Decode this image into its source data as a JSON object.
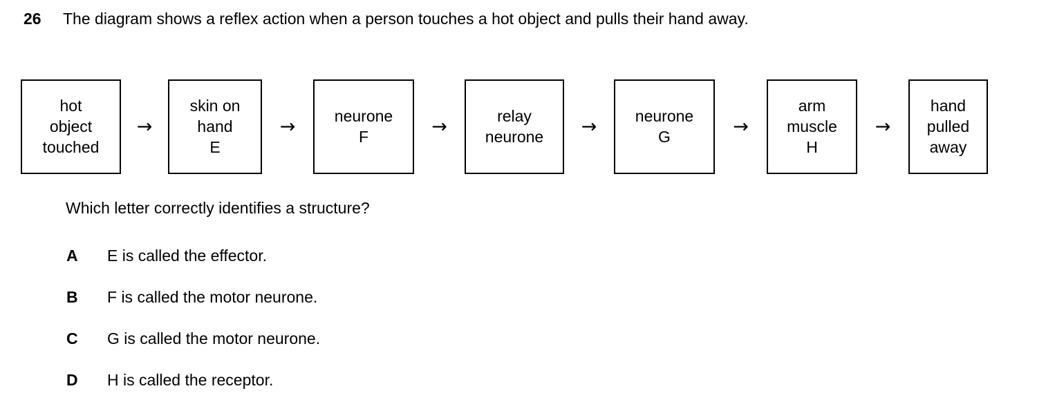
{
  "question": {
    "number": "26",
    "stem": "The diagram shows a reflex action when a person touches a hot object and pulls their hand away.",
    "lead_in": "Which letter correctly identifies a structure?"
  },
  "diagram": {
    "arrow_glyph": "→",
    "boxes": [
      {
        "lines": [
          "hot",
          "object",
          "touched"
        ]
      },
      {
        "lines": [
          "skin on",
          "hand",
          "E"
        ]
      },
      {
        "lines": [
          "neurone",
          "F"
        ]
      },
      {
        "lines": [
          "relay",
          "neurone"
        ]
      },
      {
        "lines": [
          "neurone",
          "G"
        ]
      },
      {
        "lines": [
          "arm",
          "muscle",
          "H"
        ]
      },
      {
        "lines": [
          "hand",
          "pulled",
          "away"
        ]
      }
    ]
  },
  "options": [
    {
      "letter": "A",
      "text": "E is called the effector."
    },
    {
      "letter": "B",
      "text": "F is called the motor neurone."
    },
    {
      "letter": "C",
      "text": "G is called the motor neurone."
    },
    {
      "letter": "D",
      "text": "H is called the receptor."
    }
  ]
}
